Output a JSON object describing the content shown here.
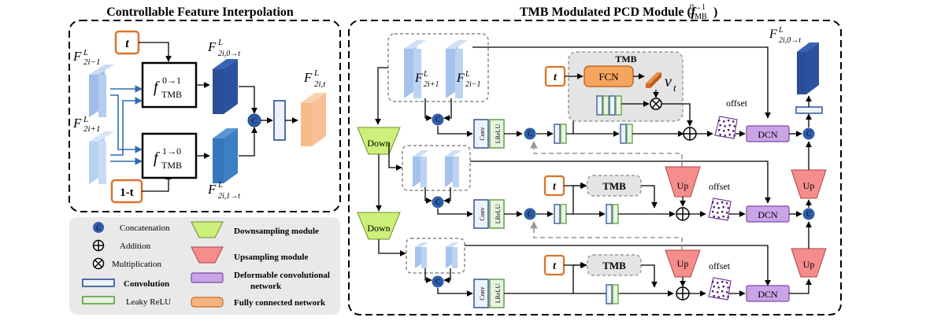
{
  "left_panel": {
    "title": "Controllable Feature Interpolation",
    "t_label": "t",
    "one_minus_t_label": "1-t",
    "in_top": {
      "base": "F",
      "sup": "L",
      "sub": "2i−1"
    },
    "in_bot": {
      "base": "F",
      "sup": "L",
      "sub": "2i+1"
    },
    "f_top": {
      "base": "f",
      "sup": "0→1",
      "sub": "TMB"
    },
    "f_bot": {
      "base": "f",
      "sup": "1→0",
      "sub": "TMB"
    },
    "out_top": {
      "base": "F",
      "sup": "L",
      "sub": "2i,0→t"
    },
    "out_bot": {
      "base": "F",
      "sup": "L",
      "sub": "2i,1→t"
    },
    "out_final": {
      "base": "F",
      "sup": "L",
      "sub": "2i,t"
    }
  },
  "right_panel": {
    "title": "TMB Modulated PCD Module (",
    "title_f": "f",
    "title_sup": "0→1",
    "title_sub": "TMB",
    "title_close": ")",
    "in_a": {
      "base": "F",
      "sup": "L",
      "sub": "2i+1"
    },
    "in_b": {
      "base": "F",
      "sup": "L",
      "sub": "2i−1"
    },
    "out": {
      "base": "F",
      "sup": "L",
      "sub": "2i,0→t"
    },
    "tmb_label": "TMB",
    "fcn_label": "FCN",
    "t_label": "t",
    "vt_base": "v",
    "vt_sub": "t",
    "conv_label": "Conv",
    "lrelu_label": "LReLU",
    "offset_label": "offset",
    "dcn_label": "DCN",
    "up_label": "Up",
    "down_label": "Down",
    "concat_symbol": "C"
  },
  "legend": {
    "items_left": [
      {
        "symbol": "concat",
        "label": "Concatenation"
      },
      {
        "symbol": "add",
        "label": "Addition"
      },
      {
        "symbol": "mult",
        "label": "Multiplication"
      },
      {
        "symbol": "conv",
        "label": "Convolution"
      },
      {
        "symbol": "lrelu",
        "label": "Leaky ReLU"
      }
    ],
    "items_right": [
      {
        "symbol": "down",
        "label": "Downsampling module"
      },
      {
        "symbol": "up",
        "label": "Upsampling module"
      },
      {
        "symbol": "dcn",
        "label": "Deformable convolutional network"
      },
      {
        "symbol": "fcn",
        "label": "Fully connected network"
      }
    ]
  },
  "colors": {
    "orange": "#d9742a",
    "conv_blue": "#3f5f9e",
    "lrelu_green": "#6aa84f",
    "concat_blue": "#2f5ea8",
    "down_fill": "#ccf07a",
    "up_fill": "#f58d8d",
    "dcn_fill": "#c9a4e6",
    "fcn_fill": "#f6b37d"
  }
}
